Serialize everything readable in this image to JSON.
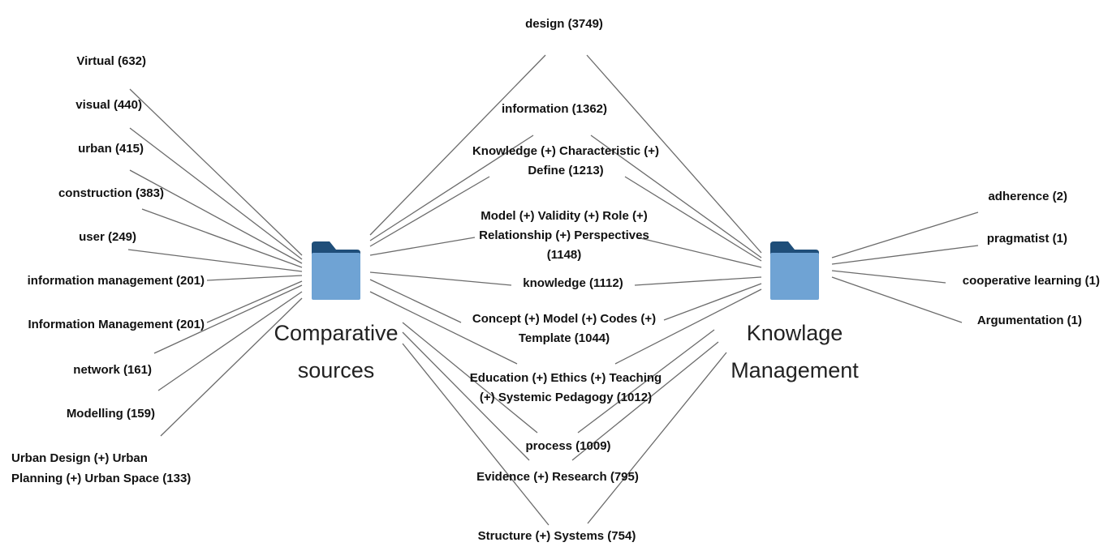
{
  "hubs": {
    "left": {
      "label_line1": "Comparative",
      "label_line2": "sources",
      "icon": "folder-icon"
    },
    "right": {
      "label_line1": "Knowlage",
      "label_line2": "Management",
      "icon": "folder-icon"
    }
  },
  "left_terms": [
    {
      "line1": "Virtual (632)",
      "line2": ""
    },
    {
      "line1": "visual (440)",
      "line2": ""
    },
    {
      "line1": "urban (415)",
      "line2": ""
    },
    {
      "line1": "construction (383)",
      "line2": ""
    },
    {
      "line1": "user (249)",
      "line2": ""
    },
    {
      "line1": "information management (201)",
      "line2": ""
    },
    {
      "line1": "Information Management (201)",
      "line2": ""
    },
    {
      "line1": "network (161)",
      "line2": ""
    },
    {
      "line1": "Modelling (159)",
      "line2": ""
    },
    {
      "line1": "Urban Design (+) Urban",
      "line2": "Planning (+) Urban Space (133)"
    }
  ],
  "shared_terms": [
    {
      "line1": "design (3749)",
      "line2": "",
      "line3": ""
    },
    {
      "line1": "information (1362)",
      "line2": "",
      "line3": ""
    },
    {
      "line1": "Knowledge (+) Characteristic (+)",
      "line2": "Define (1213)",
      "line3": ""
    },
    {
      "line1": "Model (+) Validity (+) Role (+)",
      "line2": "Relationship (+) Perspectives",
      "line3": "(1148)"
    },
    {
      "line1": "knowledge (1112)",
      "line2": "",
      "line3": ""
    },
    {
      "line1": "Concept (+) Model (+) Codes (+)",
      "line2": "Template (1044)",
      "line3": ""
    },
    {
      "line1": "Education (+) Ethics (+) Teaching",
      "line2": "(+) Systemic Pedagogy (1012)",
      "line3": ""
    },
    {
      "line1": "process (1009)",
      "line2": "",
      "line3": ""
    },
    {
      "line1": "Evidence (+) Research (795)",
      "line2": "",
      "line3": ""
    },
    {
      "line1": "Structure (+) Systems (754)",
      "line2": "",
      "line3": ""
    }
  ],
  "right_terms": [
    {
      "line1": "adherence (2)"
    },
    {
      "line1": "pragmatist (1)"
    },
    {
      "line1": "cooperative learning (1)"
    },
    {
      "line1": "Argumentation (1)"
    }
  ],
  "colors": {
    "line": "#6b6b6b",
    "folder_back": "#1f4e79",
    "folder_front": "#6fa3d4"
  }
}
